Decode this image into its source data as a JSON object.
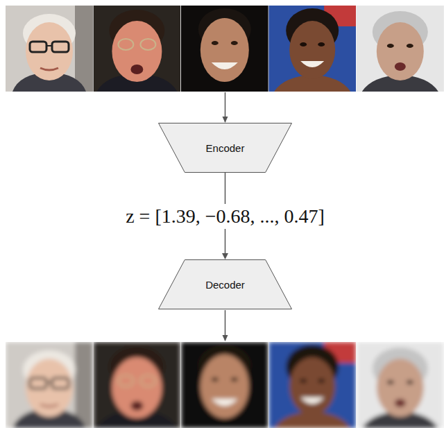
{
  "diagram": {
    "nodes": [
      {
        "text": [
          "Encoder"
        ]
      },
      {
        "text": [
          "Decoder"
        ]
      }
    ],
    "edges": [
      {
        "from": 0,
        "to": 1,
        "arrow": "to",
        "label": "z = [1.39, −0.68, ..., 0.47]"
      }
    ]
  }
}
